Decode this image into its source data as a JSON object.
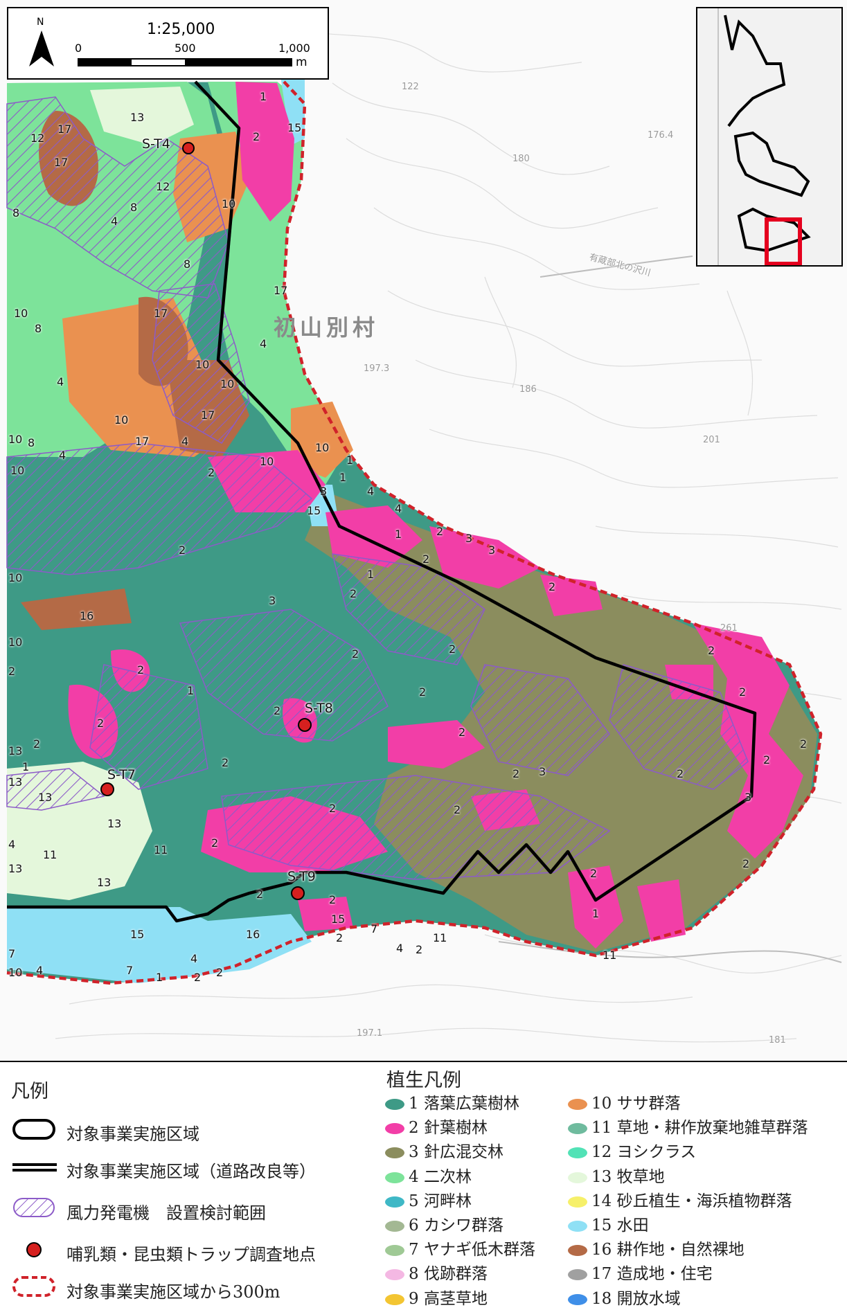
{
  "map": {
    "scale_ratio": "1:25,000",
    "north_label": "N",
    "scale_ticks": [
      "0",
      "500",
      "1,000"
    ],
    "scale_unit": "m",
    "village_name": "初山別村",
    "survey_sites": [
      {
        "id": "S-T4"
      },
      {
        "id": "S-T7"
      },
      {
        "id": "S-T8"
      },
      {
        "id": "S-T9"
      }
    ],
    "polygon_labels": [
      "1",
      "2",
      "3",
      "4",
      "7",
      "8",
      "10",
      "11",
      "12",
      "13",
      "15",
      "16",
      "17"
    ],
    "background_map_labels": [
      "122",
      "180",
      "176.4",
      "186",
      "201",
      "197.3",
      "261",
      "181",
      "197.1",
      "有蔵部北の沢川"
    ],
    "colors": {
      "deciduous_forest": "#3e9a86",
      "conifer_forest": "#f23ea7",
      "mixed_forest": "#8b8d5e",
      "secondary_forest": "#7de39a",
      "sasa": "#ea9150",
      "farmland": "#b46a46",
      "paddy": "#8fe0f5",
      "pasture": "#e4f7db",
      "hatch": "#8c5bc8",
      "boundary": "#000000",
      "buffer": "#d0222a",
      "site": "#d6201f",
      "inset_highlight": "#e5001f"
    }
  },
  "legend": {
    "title": "凡例",
    "items": [
      {
        "label": "対象事業実施区域"
      },
      {
        "label": "対象事業実施区域（道路改良等）"
      },
      {
        "label": "風力発電機　設置検討範囲"
      },
      {
        "label": "哺乳類・昆虫類トラップ調査地点"
      },
      {
        "label": "対象事業実施区域から300m"
      }
    ]
  },
  "vegetation_legend": {
    "title": "植生凡例",
    "items": [
      {
        "label": "1 落葉広葉樹林",
        "color": "#3e9a86"
      },
      {
        "label": "2 針葉樹林",
        "color": "#f23ea7"
      },
      {
        "label": "3 針広混交林",
        "color": "#8b8d5e"
      },
      {
        "label": "4 二次林",
        "color": "#7de39a"
      },
      {
        "label": "5 河畔林",
        "color": "#3fb8c6"
      },
      {
        "label": "6 カシワ群落",
        "color": "#a3b893"
      },
      {
        "label": "7 ヤナギ低木群落",
        "color": "#9fc995"
      },
      {
        "label": "8 伐跡群落",
        "color": "#f4b8e3"
      },
      {
        "label": "9 高茎草地",
        "color": "#f3c532"
      },
      {
        "label": "10 ササ群落",
        "color": "#ea9150"
      },
      {
        "label": "11 草地・耕作放棄地雑草群落",
        "color": "#6fbb9e"
      },
      {
        "label": "12 ヨシクラス",
        "color": "#52e2b6"
      },
      {
        "label": "13 牧草地",
        "color": "#e4f7db"
      },
      {
        "label": "14 砂丘植生・海浜植物群落",
        "color": "#f6f06a"
      },
      {
        "label": "15 水田",
        "color": "#8fe0f5"
      },
      {
        "label": "16 耕作地・自然裸地",
        "color": "#b46a46"
      },
      {
        "label": "17 造成地・住宅",
        "color": "#a0a0a0"
      },
      {
        "label": "18 開放水域",
        "color": "#3f8fe8"
      }
    ]
  }
}
